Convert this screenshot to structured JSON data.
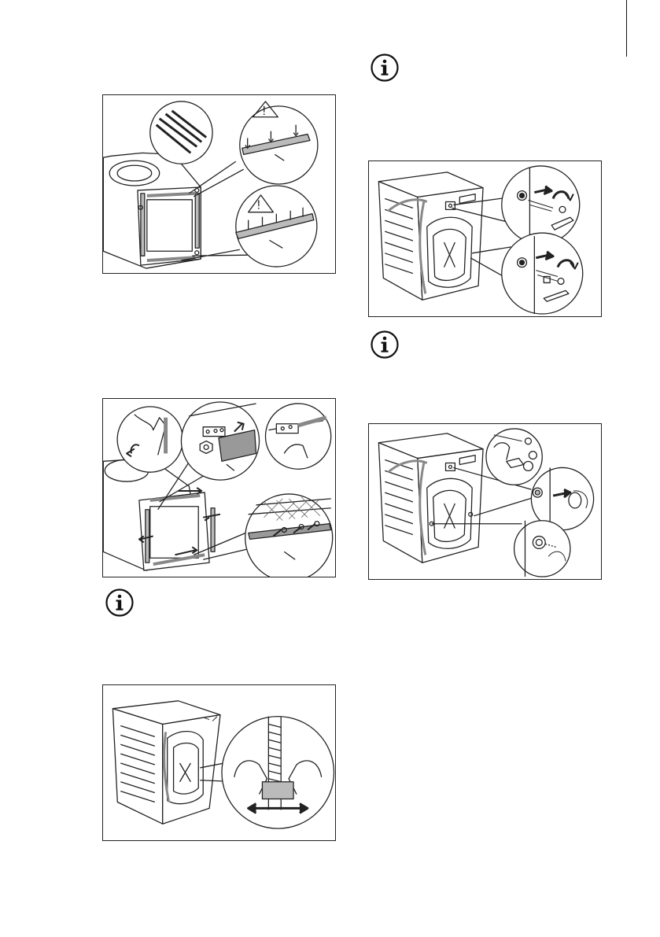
{
  "page": {
    "background": "#ffffff",
    "line_color": "#222222"
  },
  "illustrations": [
    {
      "id": "fig-remove-rear-protection-strips",
      "icon": "warning-icon"
    },
    {
      "id": "fig-refit-strips-with-nut",
      "icon": "rotate-arrow-icon"
    },
    {
      "id": "fig-pull-hose-out-of-clip",
      "icon": "double-arrow-icon"
    },
    {
      "id": "fig-unscrew-transit-bolts",
      "icon": "wrench-icon"
    },
    {
      "id": "fig-insert-plastic-caps",
      "icon": "arrow-icon"
    }
  ],
  "notes": [
    {
      "icon": "info-icon"
    },
    {
      "icon": "info-icon"
    },
    {
      "icon": "info-icon"
    }
  ]
}
